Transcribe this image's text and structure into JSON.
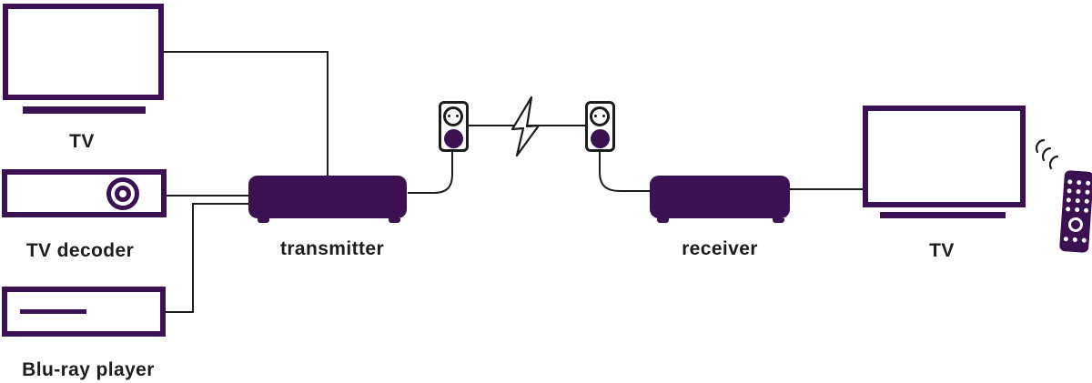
{
  "colors": {
    "device_purple": "#3b1152",
    "wire_black": "#1c1c1c",
    "label_text": "#1d1d1d",
    "background": "#ffffff"
  },
  "devices": {
    "tv_left": {
      "label": "TV"
    },
    "tv_decoder": {
      "label": "TV decoder"
    },
    "bluray": {
      "label": "Blu-ray player"
    },
    "transmitter": {
      "label": "transmitter"
    },
    "receiver": {
      "label": "receiver"
    },
    "tv_right": {
      "label": "TV"
    }
  },
  "icons": {
    "tv_left": "tv-icon",
    "tv_decoder": "tv-decoder-icon",
    "bluray": "blu-ray-player-icon",
    "transmitter": "transmitter-box-icon",
    "receiver": "receiver-box-icon",
    "outlet_left": "power-outlet-icon",
    "outlet_right": "power-outlet-icon",
    "bolt": "lightning-bolt-icon",
    "waves": "signal-waves-icon",
    "remote": "remote-control-icon"
  }
}
